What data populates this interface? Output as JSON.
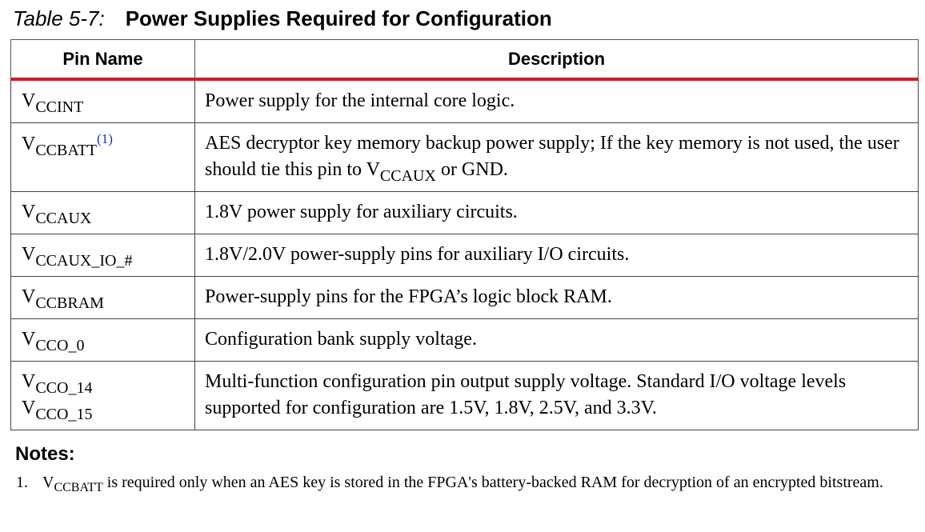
{
  "caption": {
    "number": "Table 5-7:",
    "title": "Power Supplies Required for Configuration"
  },
  "table": {
    "headers": [
      "Pin Name",
      "Description"
    ],
    "rows": [
      {
        "pin_base": "V",
        "pin_sub": "CCINT",
        "desc": "Power supply for the internal core logic."
      },
      {
        "pin_base": "V",
        "pin_sub": "CCBATT",
        "pin_note": "(1)",
        "desc_part1": "AES decryptor key memory backup power supply; If the key memory is not used, the user should tie this pin to ",
        "desc_sub_base": "V",
        "desc_sub": "CCAUX",
        "desc_part2": " or GND."
      },
      {
        "pin_base": "V",
        "pin_sub": "CCAUX",
        "desc": "1.8V power supply for auxiliary circuits."
      },
      {
        "pin_base": "V",
        "pin_sub": "CCAUX_IO_#",
        "desc": "1.8V/2.0V power-supply pins for auxiliary I/O circuits."
      },
      {
        "pin_base": "V",
        "pin_sub": "CCBRAM",
        "desc": "Power-supply pins for the FPGA’s logic block RAM."
      },
      {
        "pin_base": "V",
        "pin_sub": "CCO_0",
        "desc": "Configuration bank supply voltage."
      },
      {
        "pin_base": "V",
        "pin_sub": "CCO_14",
        "pin2_base": "V",
        "pin2_sub": "CCO_15",
        "desc": "Multi-function configuration pin output supply voltage. Standard I/O voltage levels supported for configuration are 1.5V, 1.8V, 2.5V, and 3.3V."
      }
    ]
  },
  "notes": {
    "heading": "Notes:",
    "items": [
      {
        "number": "1.",
        "base": "V",
        "sub": "CCBATT",
        "text": " is required only when an AES key is stored in the FPGA's battery-backed RAM for decryption of an encrypted bitstream."
      }
    ]
  },
  "colors": {
    "header_rule": "#c3202e",
    "footnote_link": "#1a34a8",
    "border": "#444444"
  }
}
